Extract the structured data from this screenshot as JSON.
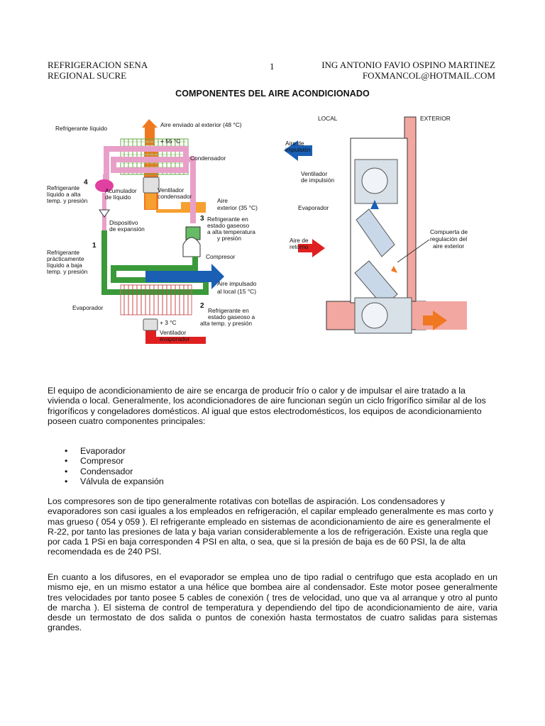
{
  "header": {
    "left_line1": "REFRIGERACION SENA",
    "left_line2": "REGIONAL SUCRE",
    "page_number": "1",
    "right_line1": "ING ANTONIO FAVIO OSPINO MARTINEZ",
    "right_line2": "FOXMANCOL@HOTMAIL.COM"
  },
  "title": "COMPONENTES DEL AIRE ACONDICIONADO",
  "figure_left": {
    "refrigerante_liquido": "Refrigerante líquido",
    "aire_enviado": "Aire enviado al exterior (48 °C)",
    "temp_55": "+ 55 °C",
    "condensador": "Condensador",
    "num4": "4",
    "ref_alta_l1": "Refrigerante",
    "ref_alta_l2": "líquido a alta",
    "ref_alta_l3": "temp. y presión",
    "acumulador_l1": "Acumulador",
    "acumulador_l2": "de líquido",
    "ventilador_cond_l1": "Ventilador",
    "ventilador_cond_l2": "condensador",
    "aire_exterior_l1": "Aire",
    "aire_exterior_l2": "exterior (35 °C)",
    "dispositivo_l1": "Dispositivo",
    "dispositivo_l2": "de expansión",
    "num3": "3",
    "ref_gas_alta_l1": "Refrigerante en",
    "ref_gas_alta_l2": "estado gaseoso",
    "ref_gas_alta_l3": "a alta temperatura",
    "ref_gas_alta_l4": "y presión",
    "num1": "1",
    "ref_baja_l1": "Refrigerante",
    "ref_baja_l2": "prácticamente",
    "ref_baja_l3": "líquido a baja",
    "ref_baja_l4": "temp. y presión",
    "compresor": "Compresor",
    "aire_impulsado_l1": "Aire impulsado",
    "aire_impulsado_l2": "al local (15 °C)",
    "evaporador": "Evaporador",
    "num2": "2",
    "ref_gas_baja_l1": "Refrigerante en",
    "ref_gas_baja_l2": "estado gaseoso a",
    "ref_gas_baja_l3": "alta temp. y presión",
    "temp_3": "+ 3 °C",
    "ventilador_evap_l1": "Ventilador",
    "ventilador_evap_l2": "evaporador"
  },
  "figure_right": {
    "local": "LOCAL",
    "exterior": "EXTERIOR",
    "aire_impulsion_l1": "Aire de",
    "aire_impulsion_l2": "impulsión",
    "ventilador_imp_l1": "Ventilador",
    "ventilador_imp_l2": "de impulsión",
    "evaporador": "Evaporador",
    "aire_retorno_l1": "Aire de",
    "aire_retorno_l2": "retorno",
    "compuerta_l1": "Compuerta de",
    "compuerta_l2": "regulación del",
    "compuerta_l3": "aire exterior"
  },
  "paragraph1": "El equipo de acondicionamiento de aire se encarga de producir frío o calor y de impulsar el aire tratado a la vivienda o local. Generalmente, los acondicionadores de aire funcionan según un ciclo frigorífico similar al de los frigoríficos y congeladores domésticos. Al igual que estos electrodomésticos, los equipos de acondicionamiento poseen cuatro componentes principales:",
  "components": [
    "Evaporador",
    "Compresor",
    "Condensador",
    "Válvula de expansión"
  ],
  "paragraph2": "Los compresores son de tipo generalmente rotativas con botellas de aspiración. Los condensadores y evaporadores son casi iguales a los empleados en refrigeración, el capilar empleado generalmente es mas corto y mas grueso ( 054 y 059 ). El refrigerante empleado en sistemas de acondicionamiento de aire es generalmente el R-22, por tanto las presiones de lata y baja varian considerablemente a los de refrigeración. Existe una regla que por cada 1 PSi en baja corresponden 4 PSI en alta, o sea, que si la presión de baja es de 60 PSI, la de alta recomendada es de 240 PSI.",
  "paragraph3": "En cuanto a los difusores, en el evaporador se emplea uno de tipo radial o centrifugo que esta acoplado en un mismo eje, en un mismo estator a una hélice que bombea aire al condensador. Este motor posee generalmente tres velocidades por tanto posee 5 cables de conexión ( tres de velocidad, uno que va al arranque y otro al punto de marcha ). El sistema de control de temperatura y dependiendo del tipo de acondicionamiento de aire, varia desde un termostato de dos salida o puntos de conexión hasta termostatos de cuatro salidas para sistemas grandes.",
  "colors": {
    "hot_air": "#f07820",
    "cold_air": "#1a5fb4",
    "pink_pipe": "#e8a0c8",
    "green_pipe": "#3a9a3a",
    "red_air": "#e02020",
    "wall": "#f2a7a0",
    "coil_green": "#66aa44"
  }
}
